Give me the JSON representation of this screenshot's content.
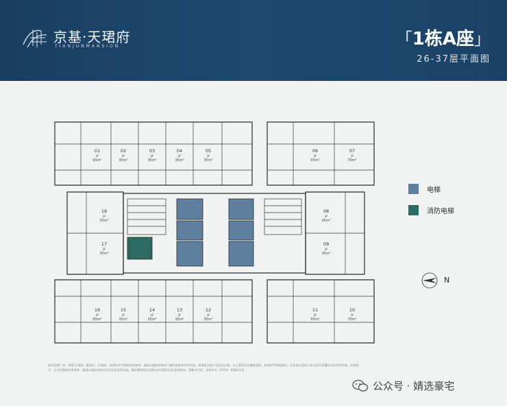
{
  "header": {
    "brand_cn": "京基·天珺府",
    "brand_en": "TIANJUNMANSION",
    "bracket_open": "「",
    "building": "1栋A座",
    "bracket_close": "」",
    "floors": "26-37层平面图"
  },
  "legend": [
    {
      "label": "电梯",
      "color": "#5e7f9e"
    },
    {
      "label": "消防电梯",
      "color": "#2d6a63"
    }
  ],
  "compass": {
    "label": "N"
  },
  "units": [
    {
      "num": "01",
      "type": "3F",
      "area": "65m²"
    },
    {
      "num": "02",
      "type": "3F",
      "area": "35m²"
    },
    {
      "num": "03",
      "type": "3F",
      "area": "35m²"
    },
    {
      "num": "04",
      "type": "3F",
      "area": "35m²"
    },
    {
      "num": "05",
      "type": "3F",
      "area": "35m²"
    },
    {
      "num": "06",
      "type": "3F",
      "area": "55m²"
    },
    {
      "num": "07",
      "type": "3F",
      "area": "70m²"
    },
    {
      "num": "08",
      "type": "3F",
      "area": "35m²"
    },
    {
      "num": "09",
      "type": "3F",
      "area": "35m²"
    },
    {
      "num": "10",
      "type": "3F",
      "area": "70m²"
    },
    {
      "num": "11",
      "type": "3F",
      "area": "55m²"
    },
    {
      "num": "12",
      "type": "3F",
      "area": "35m²"
    },
    {
      "num": "13",
      "type": "3F",
      "area": "35m²"
    },
    {
      "num": "14",
      "type": "3F",
      "area": "35m²"
    },
    {
      "num": "15",
      "type": "3F",
      "area": "35m²"
    },
    {
      "num": "16",
      "type": "3F",
      "area": "65m²"
    },
    {
      "num": "17",
      "type": "3F",
      "area": "35m²"
    },
    {
      "num": "18",
      "type": "3F",
      "area": "35m²"
    }
  ],
  "footnote": "本项目推广名：京基·天珺府；备案名：天珺府。本资料中平面图仅供参考，具体以政府相关部门最终批准的文件为准。本楼盘全部户型均为公寓，以上面积均为建筑面积，本资料不构成要约，买卖双方权利义务以双方签署的买卖合同为准。所有图片、文字及数据仅供参考，敬请以政府批准文件及买卖合同为准。最终解释权在法律允许范围内归开发商所有。预售许可证：深房许字（2024）罗湖031号",
  "watermark": "公众号 · 婧选豪宅"
}
